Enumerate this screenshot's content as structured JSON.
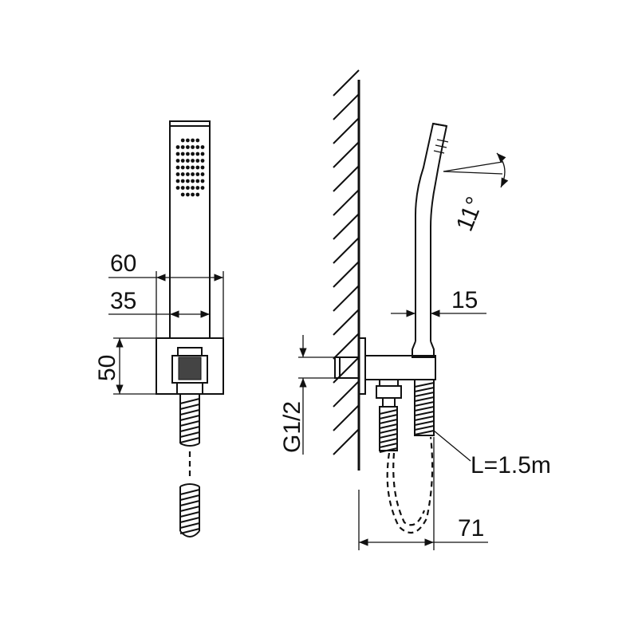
{
  "dimensions": {
    "width_60": "60",
    "width_35": "35",
    "height_50": "50",
    "thread": "G1/2",
    "angle": "11°",
    "diameter_15": "15",
    "hose_length": "L=1.5m",
    "depth_71": "71"
  },
  "colors": {
    "line": "#111111",
    "background": "#ffffff"
  }
}
